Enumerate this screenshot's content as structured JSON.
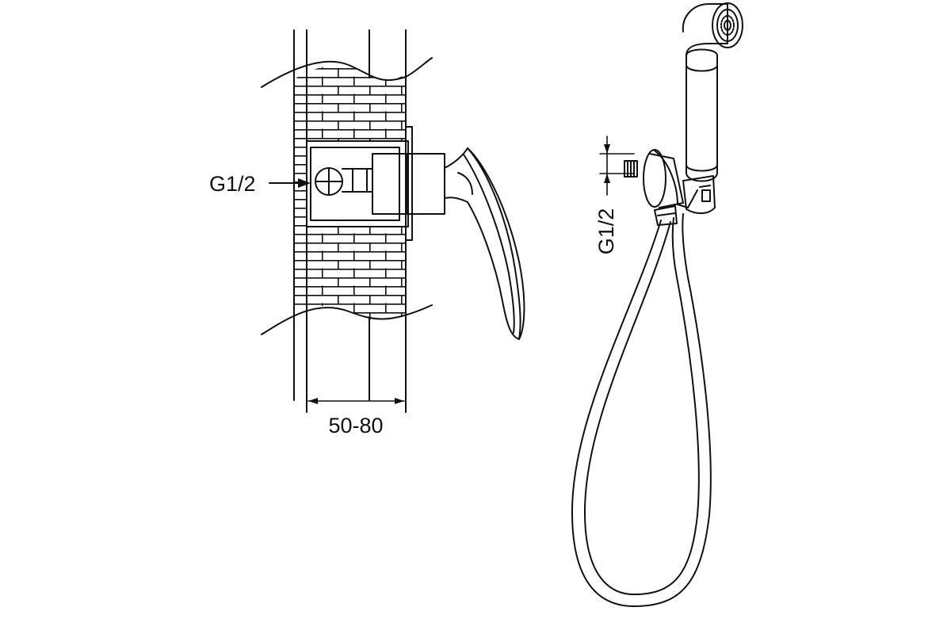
{
  "labels": {
    "left_thread": "G1/2",
    "wall_thickness": "50-80",
    "right_thread": "G1/2"
  },
  "colors": {
    "line": "#111111",
    "background": "#ffffff"
  }
}
